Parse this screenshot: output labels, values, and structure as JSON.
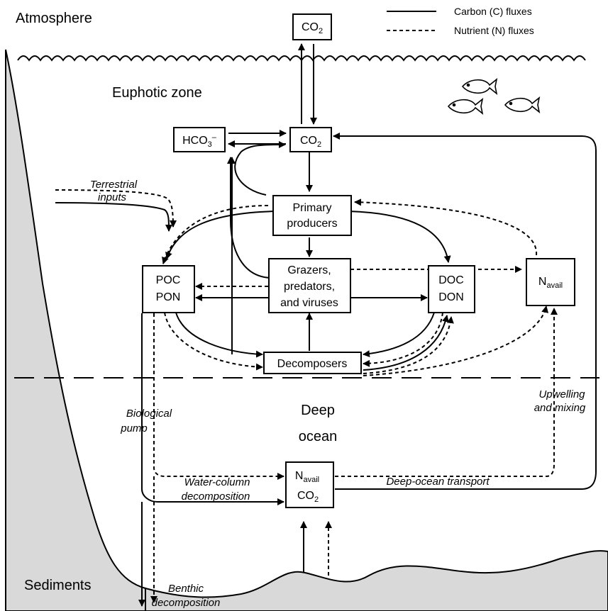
{
  "legend": {
    "carbon": "Carbon (C)  fluxes",
    "nutrient": "Nutrient (N) fluxes"
  },
  "zones": {
    "atmosphere": "Atmosphere",
    "euphotic": "Euphotic zone",
    "deep_line1": "Deep",
    "deep_line2": "ocean",
    "sediments": "Sediments"
  },
  "boxes": {
    "co2_atm": "CO",
    "co2_atm_sub": "2",
    "hco3": "HCO",
    "hco3_sub": "3",
    "hco3_sup": "–",
    "co2_surf": "CO",
    "co2_surf_sub": "2",
    "primary_l1": "Primary",
    "primary_l2": "producers",
    "grazers_l1": "Grazers,",
    "grazers_l2": "predators,",
    "grazers_l3": "and viruses",
    "poc": "POC",
    "pon": "PON",
    "doc": "DOC",
    "don": "DON",
    "navail": "N",
    "navail_sub": "avail",
    "decomposers": "Decomposers",
    "deep_n": "N",
    "deep_n_sub": "avail",
    "deep_co2": "CO",
    "deep_co2_sub": "2"
  },
  "labels": {
    "terrestrial_l1": "Terrestrial",
    "terrestrial_l2": "inputs",
    "bio_l1": "Biological",
    "bio_l2": "pump",
    "water_l1": "Water-column",
    "water_l2": "decomposition",
    "deep_transport": "Deep-ocean transport",
    "upwelling_l1": "Upwelling",
    "upwelling_l2": "and mixing",
    "benthic_l1": "Benthic",
    "benthic_l2": "decomposition"
  }
}
